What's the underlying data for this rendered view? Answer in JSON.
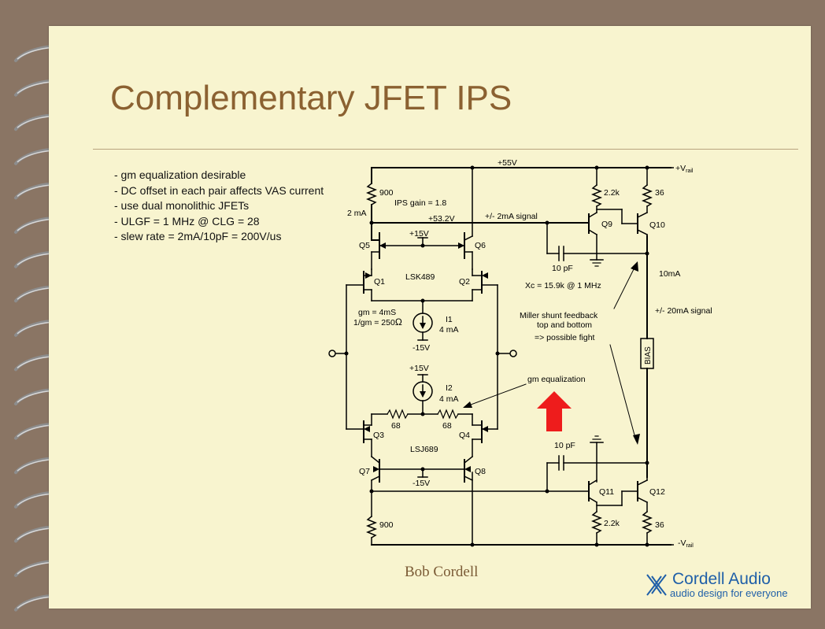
{
  "slide": {
    "title": "Complementary JFET IPS",
    "bullets": [
      "- gm equalization desirable",
      "- DC offset in each pair affects VAS current",
      "- use dual monolithic JFETs",
      "- ULGF = 1 MHz @ CLG = 28",
      "- slew rate = 2mA/10pF = 200V/us"
    ],
    "author": "Bob Cordell",
    "logo": {
      "name": "Cordell Audio",
      "tagline": "audio design for everyone"
    }
  },
  "circuit": {
    "rails": {
      "pos_supply": "+55V",
      "pos_rail": "+V",
      "neg_rail": "-V",
      "rail_sub": "rail"
    },
    "resistors": {
      "r_top": "900",
      "r_bot": "900",
      "r_q9": "2.2k",
      "r_q10": "36",
      "r_q11": "2.2k",
      "r_q12": "36",
      "r_q3": "68",
      "r_q4": "68"
    },
    "transistors": [
      "Q1",
      "Q2",
      "Q3",
      "Q4",
      "Q5",
      "Q6",
      "Q7",
      "Q8",
      "Q9",
      "Q10",
      "Q11",
      "Q12"
    ],
    "jfet_pairs": {
      "top": "LSK489",
      "bottom": "LSJ689"
    },
    "labels": {
      "ips_gain": "IPS gain = 1.8",
      "current_2ma": "2 mA",
      "node_v": "+53.2V",
      "signal_2ma": "+/- 2mA signal",
      "plus15_a": "+15V",
      "plus15_b": "+15V",
      "minus15_a": "-15V",
      "minus15_b": "-15V",
      "gm": "gm = 4mS",
      "one_over_gm": "1/gm = 250",
      "omega": "Ω",
      "i1": "I1",
      "i1_val": "4 mA",
      "i2": "I2",
      "i2_val": "4 mA",
      "cap_top": "10 pF",
      "cap_bot": "10 pF",
      "xc": "Xc = 15.9k @ 1 MHz",
      "miller_1": "Miller shunt feedback",
      "miller_2": "top and bottom",
      "miller_3": "=> possible fight",
      "gm_eq": "gm equalization",
      "current_10ma": "10mA",
      "signal_20ma": "+/- 20mA signal",
      "bias": "BIAS"
    }
  },
  "colors": {
    "page": "#f8f4cf",
    "background": "#8a7564",
    "title": "#8b6131",
    "arrow": "#ee1c1c",
    "logo": "#1f5fa8"
  }
}
